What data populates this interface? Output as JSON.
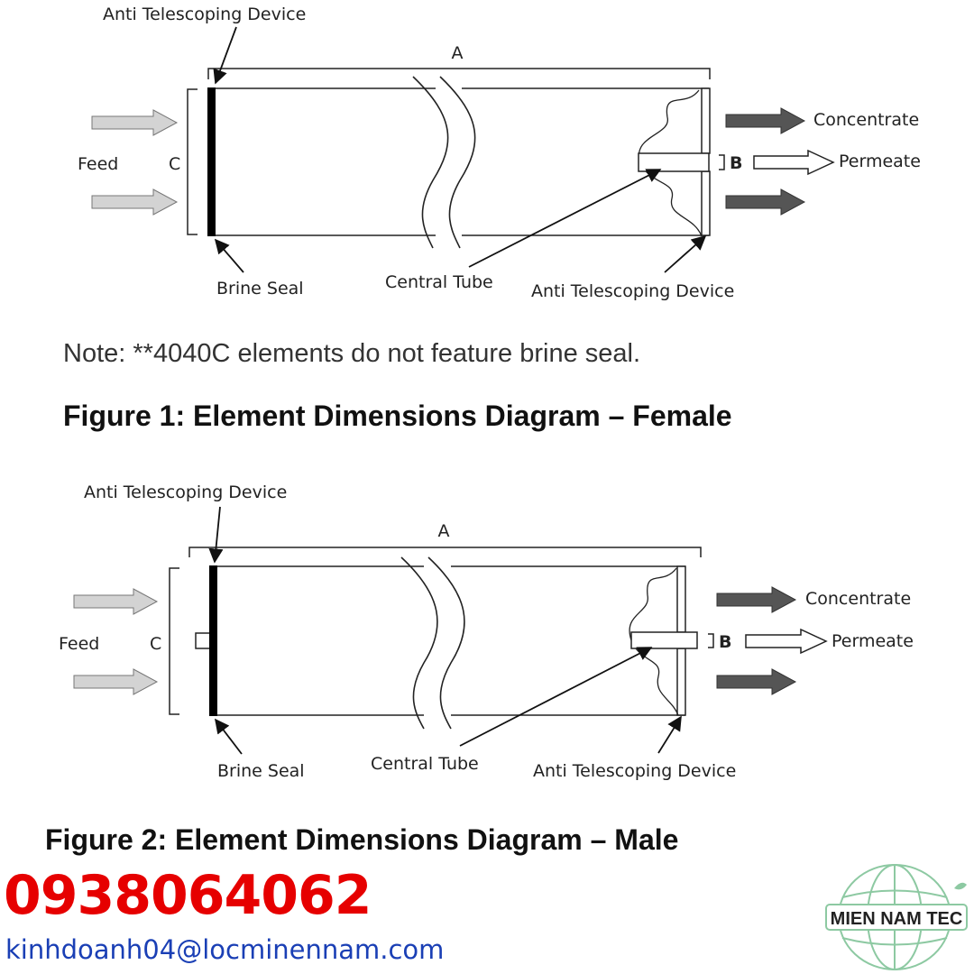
{
  "labels": {
    "atd": "Anti Telescoping Device",
    "a": "A",
    "b": "B",
    "c": "C",
    "feed": "Feed",
    "concentrate": "Concentrate",
    "permeate": "Permeate",
    "brine_seal": "Brine Seal",
    "central_tube": "Central Tube"
  },
  "note": "Note: **4040C elements do not feature brine seal.",
  "captions": {
    "figure1": "Figure 1: Element Dimensions Diagram – Female",
    "figure2": "Figure 2: Element Dimensions Diagram – Male"
  },
  "contact": {
    "phone": "0938064062",
    "email": "kinhdoanh04@locminennam.com"
  },
  "logo": {
    "text": "MIEN NAM TEC",
    "color": "#8dc9a2"
  },
  "colors": {
    "feed_arrow": "#d3d3d3",
    "outlet_arrow": "#555555",
    "phone": "#e60000",
    "email": "#1a3fb5"
  }
}
